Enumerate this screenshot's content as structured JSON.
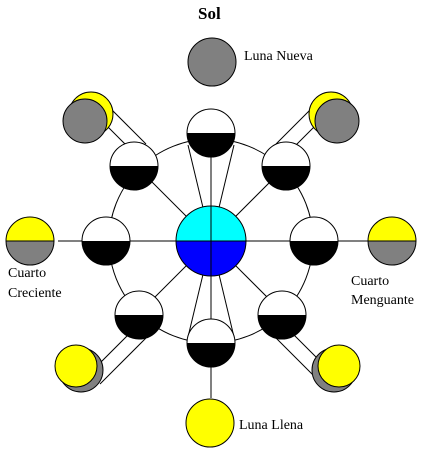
{
  "title": "Sol",
  "labels": {
    "new_moon": "Luna Nueva",
    "full_moon": "Luna Llena",
    "first_quarter_1": "Cuarto",
    "first_quarter_2": "Creciente",
    "last_quarter_1": "Cuarto",
    "last_quarter_2": "Menguante"
  },
  "colors": {
    "sun_lit_hemisphere": "#00ffff",
    "earth_night_hemisphere": "#0000ff",
    "moon_lit": "#ffffff",
    "moon_dark": "#000000",
    "seen_lit": "#ffff00",
    "seen_dark": "#808080"
  }
}
